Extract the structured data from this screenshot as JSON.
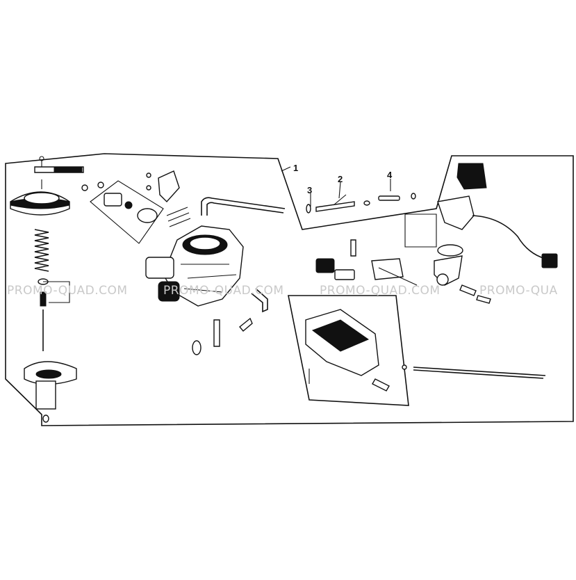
{
  "diagram": {
    "callouts": [
      {
        "id": "1",
        "label": "1"
      },
      {
        "id": "2",
        "label": "2"
      },
      {
        "id": "3",
        "label": "3"
      },
      {
        "id": "4",
        "label": "4"
      }
    ],
    "watermarks": [
      "PROMO-QUAD.COM",
      "PROMO-QUAD.COM",
      "PROMO-QUAD.COM",
      "PROMO-QUA"
    ],
    "colors": {
      "ink": "#111111",
      "watermark": "#c9c9c9",
      "paper": "#ffffff"
    }
  }
}
